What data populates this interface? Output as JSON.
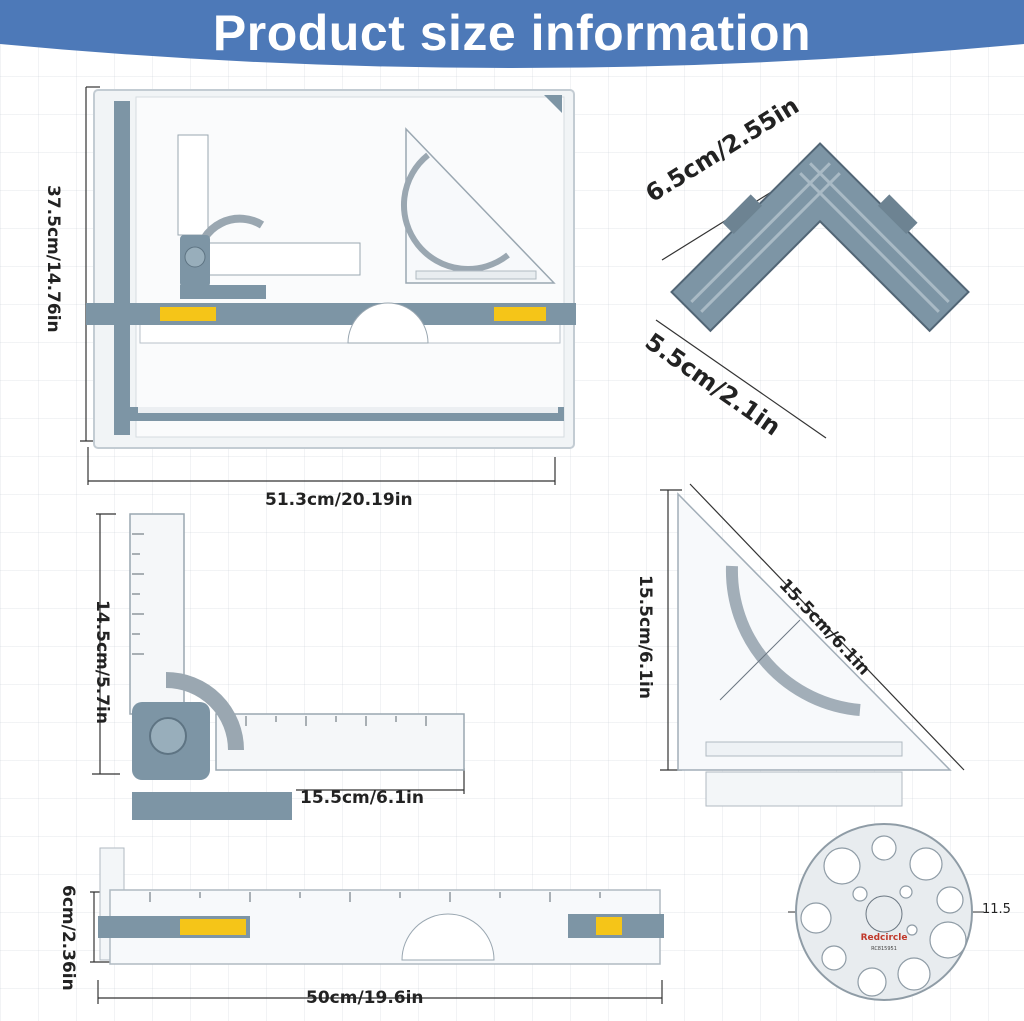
{
  "header": {
    "title": "Product size information"
  },
  "colors": {
    "banner": "#4d79b8",
    "frame": "#7d95a5",
    "clip": "#f5c518",
    "acrylic": "#eef2f5"
  },
  "dimensions": {
    "board_height": "37.5cm/14.76in",
    "board_width": "51.3cm/20.19in",
    "corner_a": "6.5cm/2.55in",
    "corner_b": "5.5cm/2.1in",
    "square_height": "14.5cm/5.7in",
    "square_width": "15.5cm/6.1in",
    "triangle_height": "15.5cm/6.1in",
    "triangle_hyp": "15.5cm/6.1in",
    "rule_height": "6cm/2.36in",
    "rule_width": "50cm/19.6in",
    "circle_diameter": "11.5"
  },
  "template": {
    "brand": "Redcircle",
    "code": "RC815951"
  }
}
